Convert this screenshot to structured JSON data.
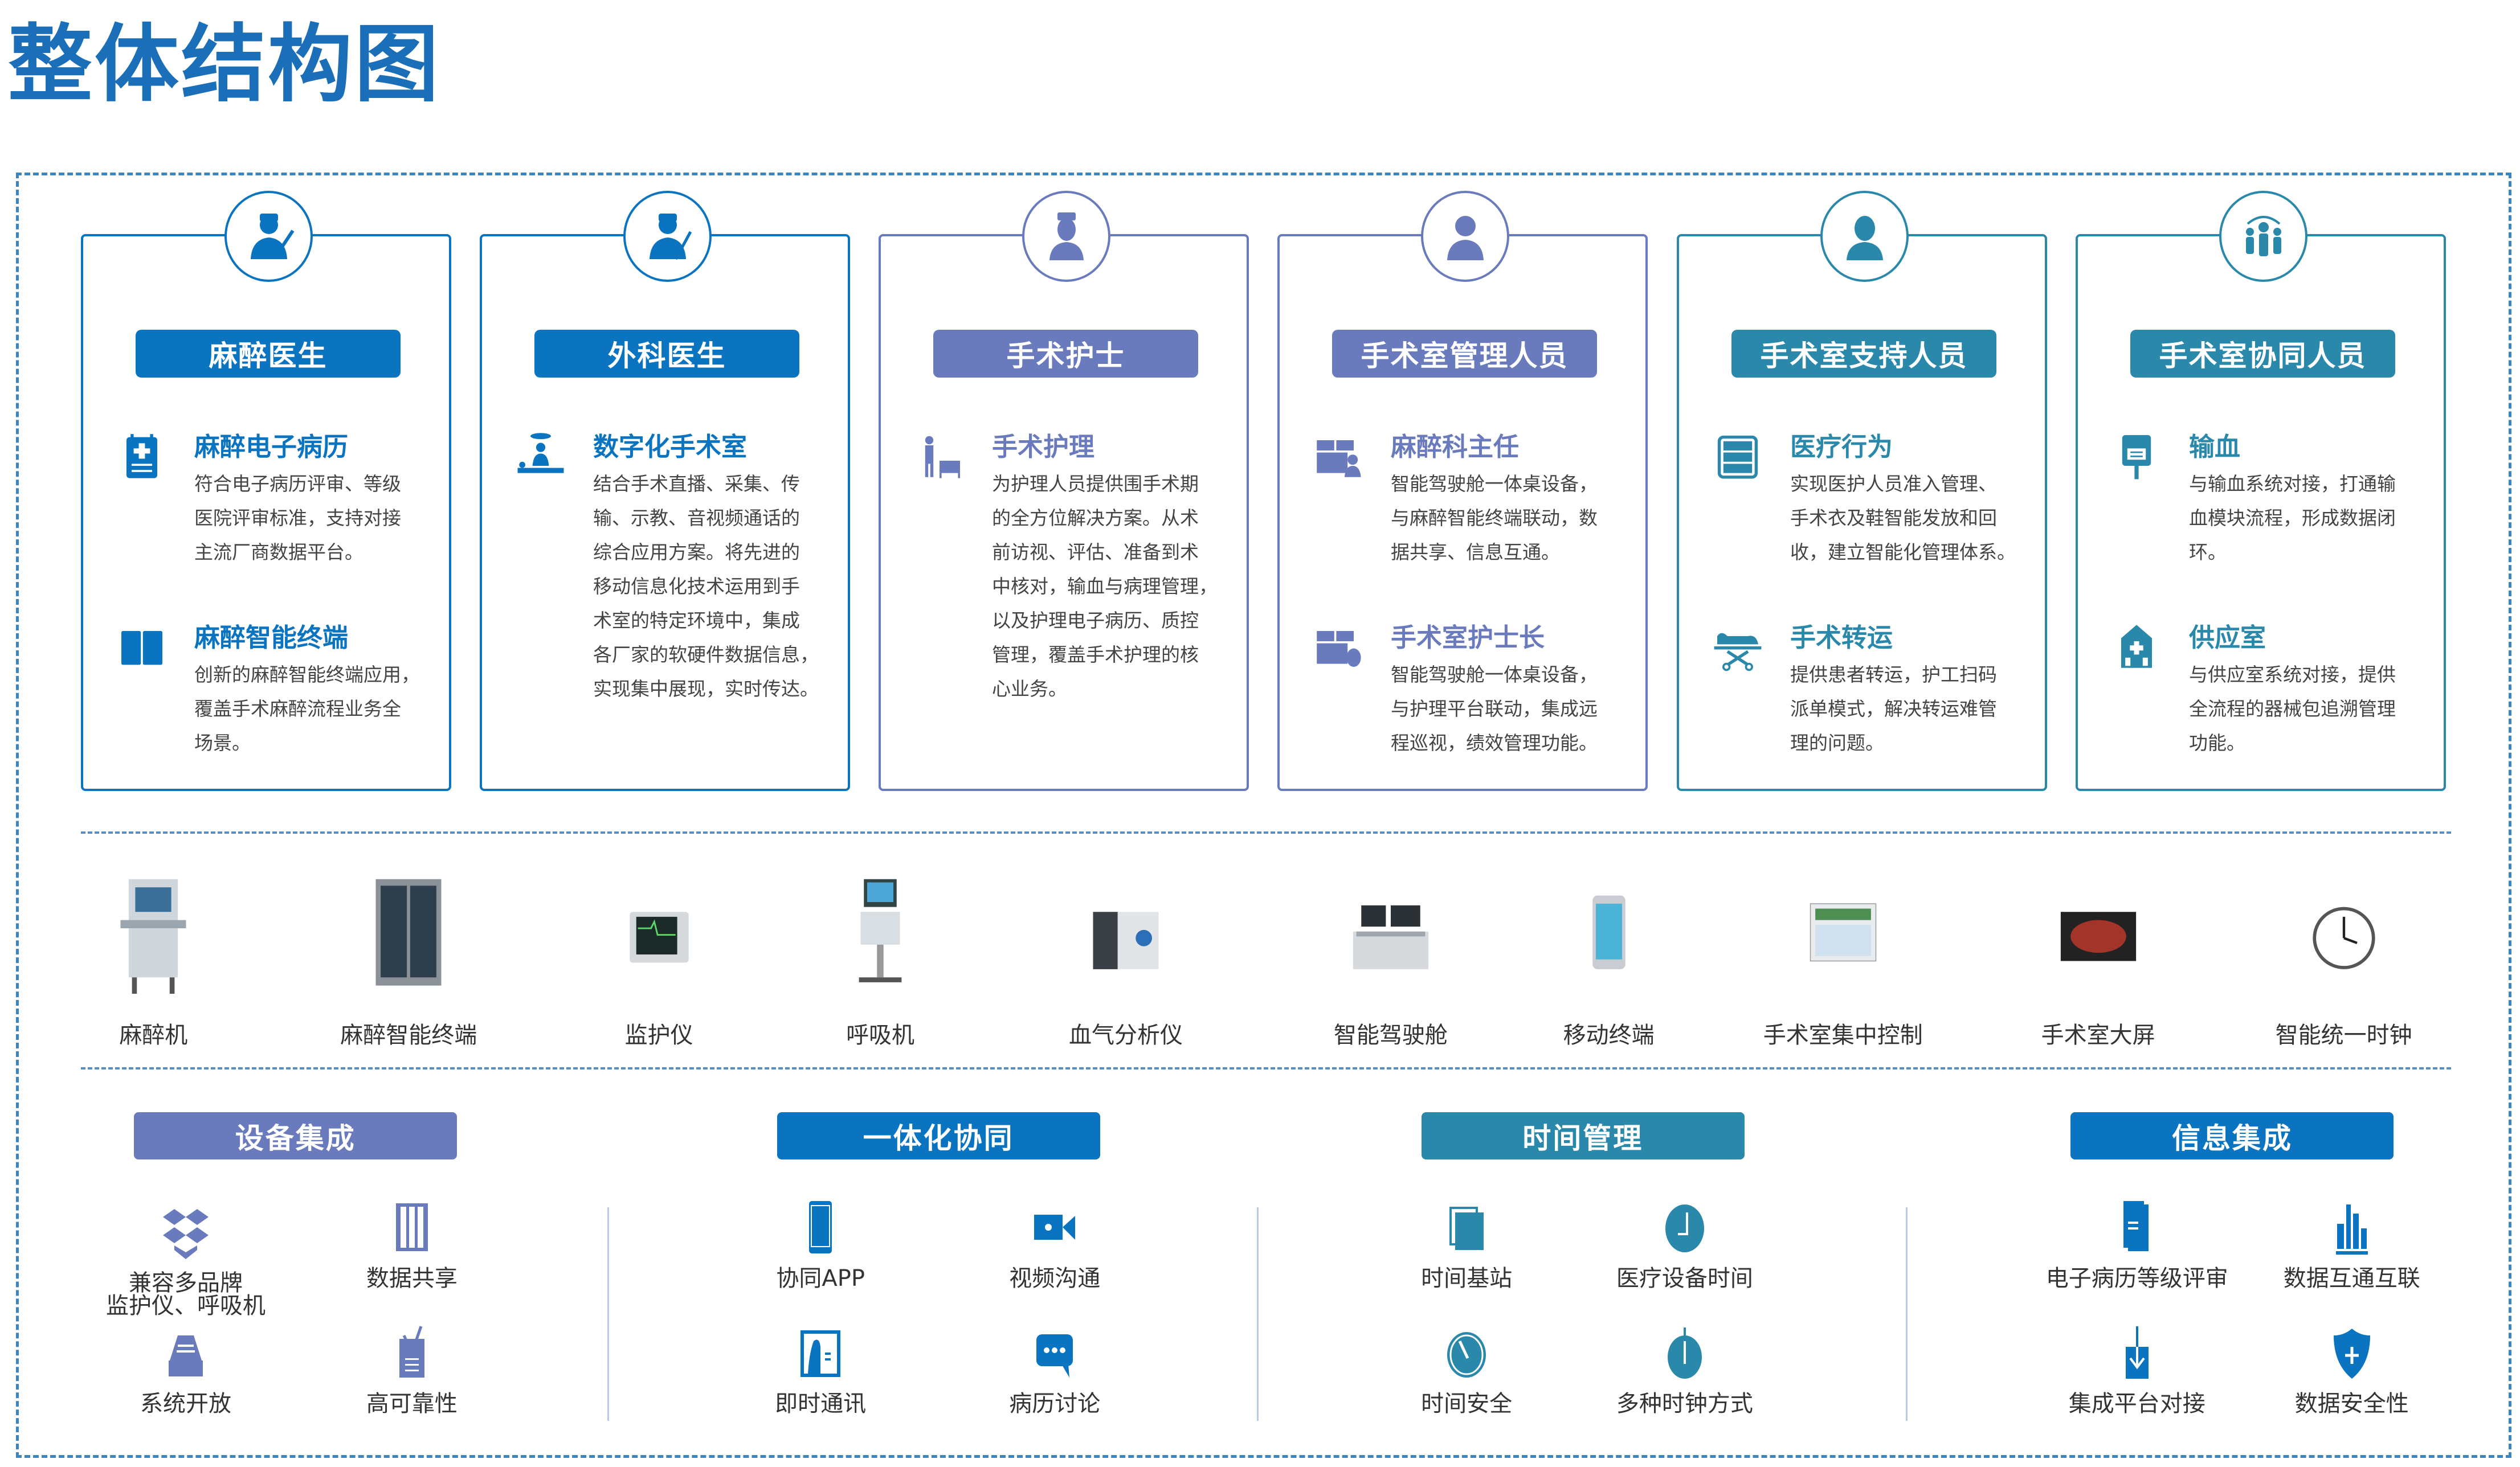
{
  "title": "整体结构图",
  "colors": {
    "blue": "#0b74c0",
    "purple": "#6a7bbd",
    "teal": "#2a88aa",
    "border": "#3b86c0"
  },
  "roles": [
    {
      "label": "麻醉医生",
      "icon": "anesthesiologist-icon",
      "color": "blue",
      "items": [
        {
          "title": "麻醉电子病历",
          "icon": "medical-record-icon",
          "lines": [
            "符合电子病历评审、等级",
            "医院评审标准，支持对接",
            "主流厂商数据平台。"
          ]
        },
        {
          "title": "麻醉智能终端",
          "icon": "terminal-icon",
          "lines": [
            "创新的麻醉智能终端应用，",
            "覆盖手术麻醉流程业务全",
            "场景。"
          ]
        }
      ]
    },
    {
      "label": "外科医生",
      "icon": "surgeon-icon",
      "color": "blue",
      "items": [
        {
          "title": "数字化手术室",
          "icon": "operating-room-icon",
          "lines": [
            "结合手术直播、采集、传",
            "输、示教、音视频通话的",
            "综合应用方案。将先进的",
            "移动信息化技术运用到手",
            "术室的特定环境中，集成",
            "各厂家的软硬件数据信息，",
            "实现集中展现，实时传达。"
          ]
        }
      ]
    },
    {
      "label": "手术护士",
      "icon": "nurse-icon",
      "color": "purple",
      "items": [
        {
          "title": "手术护理",
          "icon": "nursing-cart-icon",
          "lines": [
            "为护理人员提供围手术期",
            "的全方位解决方案。从术",
            "前访视、评估、准备到术",
            "中核对，输血与病理管理，",
            "以及护理电子病历、质控",
            "管理，覆盖手术护理的核",
            "心业务。"
          ]
        }
      ]
    },
    {
      "label": "手术室管理人员",
      "icon": "manager-icon",
      "color": "purple",
      "items": [
        {
          "title": "麻醉科主任",
          "icon": "director-desk-icon",
          "lines": [
            "智能驾驶舱一体桌设备，",
            "与麻醉智能终端联动，数",
            "据共享、信息互通。"
          ]
        },
        {
          "title": "手术室护士长",
          "icon": "head-nurse-desk-icon",
          "lines": [
            "智能驾驶舱一体桌设备，",
            "与护理平台联动，集成远",
            "程巡视，绩效管理功能。"
          ]
        }
      ]
    },
    {
      "label": "手术室支持人员",
      "icon": "support-staff-icon",
      "color": "teal",
      "items": [
        {
          "title": "医疗行为",
          "icon": "cabinet-icon",
          "lines": [
            "实现医护人员准入管理、",
            "手术衣及鞋智能发放和回",
            "收，建立智能化管理体系。"
          ]
        },
        {
          "title": "手术转运",
          "icon": "stretcher-icon",
          "lines": [
            "提供患者转运，护工扫码",
            "派单模式，解决转运难管",
            "理的问题。"
          ]
        }
      ]
    },
    {
      "label": "手术室协同人员",
      "icon": "team-icon",
      "color": "teal",
      "items": [
        {
          "title": "输血",
          "icon": "blood-bag-icon",
          "lines": [
            "与输血系统对接，打通输",
            "血模块流程，形成数据闭",
            "环。"
          ]
        },
        {
          "title": "供应室",
          "icon": "hospital-icon",
          "lines": [
            "与供应室系统对接，提供",
            "全流程的器械包追溯管理",
            "功能。"
          ]
        }
      ]
    }
  ],
  "devices": [
    {
      "label": "麻醉机",
      "icon": "anesthesia-machine-icon"
    },
    {
      "label": "麻醉智能终端",
      "icon": "smart-terminal-icon"
    },
    {
      "label": "监护仪",
      "icon": "monitor-icon"
    },
    {
      "label": "呼吸机",
      "icon": "ventilator-icon"
    },
    {
      "label": "血气分析仪",
      "icon": "blood-gas-analyzer-icon"
    },
    {
      "label": "智能驾驶舱",
      "icon": "cockpit-desk-icon"
    },
    {
      "label": "移动终端",
      "icon": "mobile-terminal-icon"
    },
    {
      "label": "手术室集中控制",
      "icon": "control-panel-icon"
    },
    {
      "label": "手术室大屏",
      "icon": "big-screen-icon"
    },
    {
      "label": "智能统一时钟",
      "icon": "wall-clock-icon"
    }
  ],
  "features": [
    {
      "label": "设备集成",
      "color": "purple",
      "items": [
        {
          "label": "兼容多品牌\n监护仪、呼吸机",
          "icon": "dropbox-icon"
        },
        {
          "label": "数据共享",
          "icon": "binders-icon"
        },
        {
          "label": "系统开放",
          "icon": "inbox-icon"
        },
        {
          "label": "高可靠性",
          "icon": "checklist-icon"
        }
      ]
    },
    {
      "label": "一体化协同",
      "color": "blue",
      "items": [
        {
          "label": "协同APP",
          "icon": "tablet-icon"
        },
        {
          "label": "视频沟通",
          "icon": "video-camera-icon"
        },
        {
          "label": "即时通讯",
          "icon": "contact-card-icon"
        },
        {
          "label": "病历讨论",
          "icon": "chat-bubble-icon"
        }
      ]
    },
    {
      "label": "时间管理",
      "color": "teal",
      "items": [
        {
          "label": "时间基站",
          "icon": "base-station-icon"
        },
        {
          "label": "医疗设备时间",
          "icon": "clock-icon"
        },
        {
          "label": "时间安全",
          "icon": "secure-clock-icon"
        },
        {
          "label": "多种时钟方式",
          "icon": "stopwatch-icon"
        }
      ]
    },
    {
      "label": "信息集成",
      "color": "blue",
      "items": [
        {
          "label": "电子病历等级评审",
          "icon": "documents-icon"
        },
        {
          "label": "数据互通互联",
          "icon": "bar-chart-icon"
        },
        {
          "label": "集成平台对接",
          "icon": "download-icon"
        },
        {
          "label": "数据安全性",
          "icon": "shield-icon"
        }
      ]
    }
  ]
}
